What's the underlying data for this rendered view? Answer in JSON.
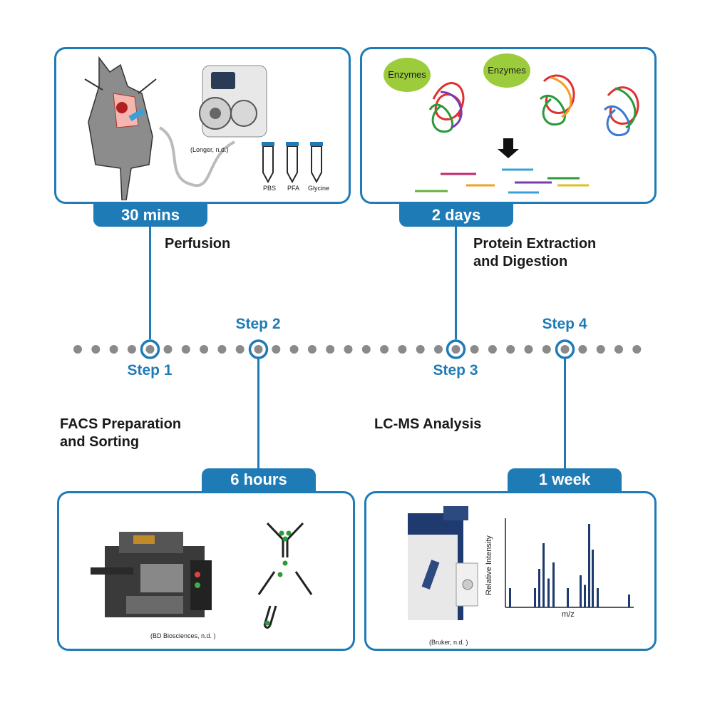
{
  "steps": [
    {
      "step": "Step 1",
      "duration": "30 mins",
      "title": "Perfusion"
    },
    {
      "step": "Step 2",
      "duration": "6 hours",
      "title": "FACS Preparation\nand Sorting"
    },
    {
      "step": "Step 3",
      "duration": "2 days",
      "title": "Protein Extraction\nand Digestion"
    },
    {
      "step": "Step 4",
      "duration": "1 week",
      "title": "LC-MS Analysis"
    }
  ],
  "panel1": {
    "credit": "(Longer, n.d.)",
    "tubes": [
      "PBS",
      "PFA",
      "Glycine"
    ]
  },
  "panel2": {
    "credit": "(BD Biosciences, n.d. )"
  },
  "panel3": {
    "enzymes": [
      "Enzymes",
      "Enzymes"
    ]
  },
  "panel4": {
    "credit": "(Bruker, n.d. )",
    "ylabel": "Relative Intensity",
    "xlabel": "m/z"
  },
  "colors": {
    "accent": "#1f7bb6",
    "dots": "#8a8a8a",
    "enzyme": "#9ccc3c"
  }
}
